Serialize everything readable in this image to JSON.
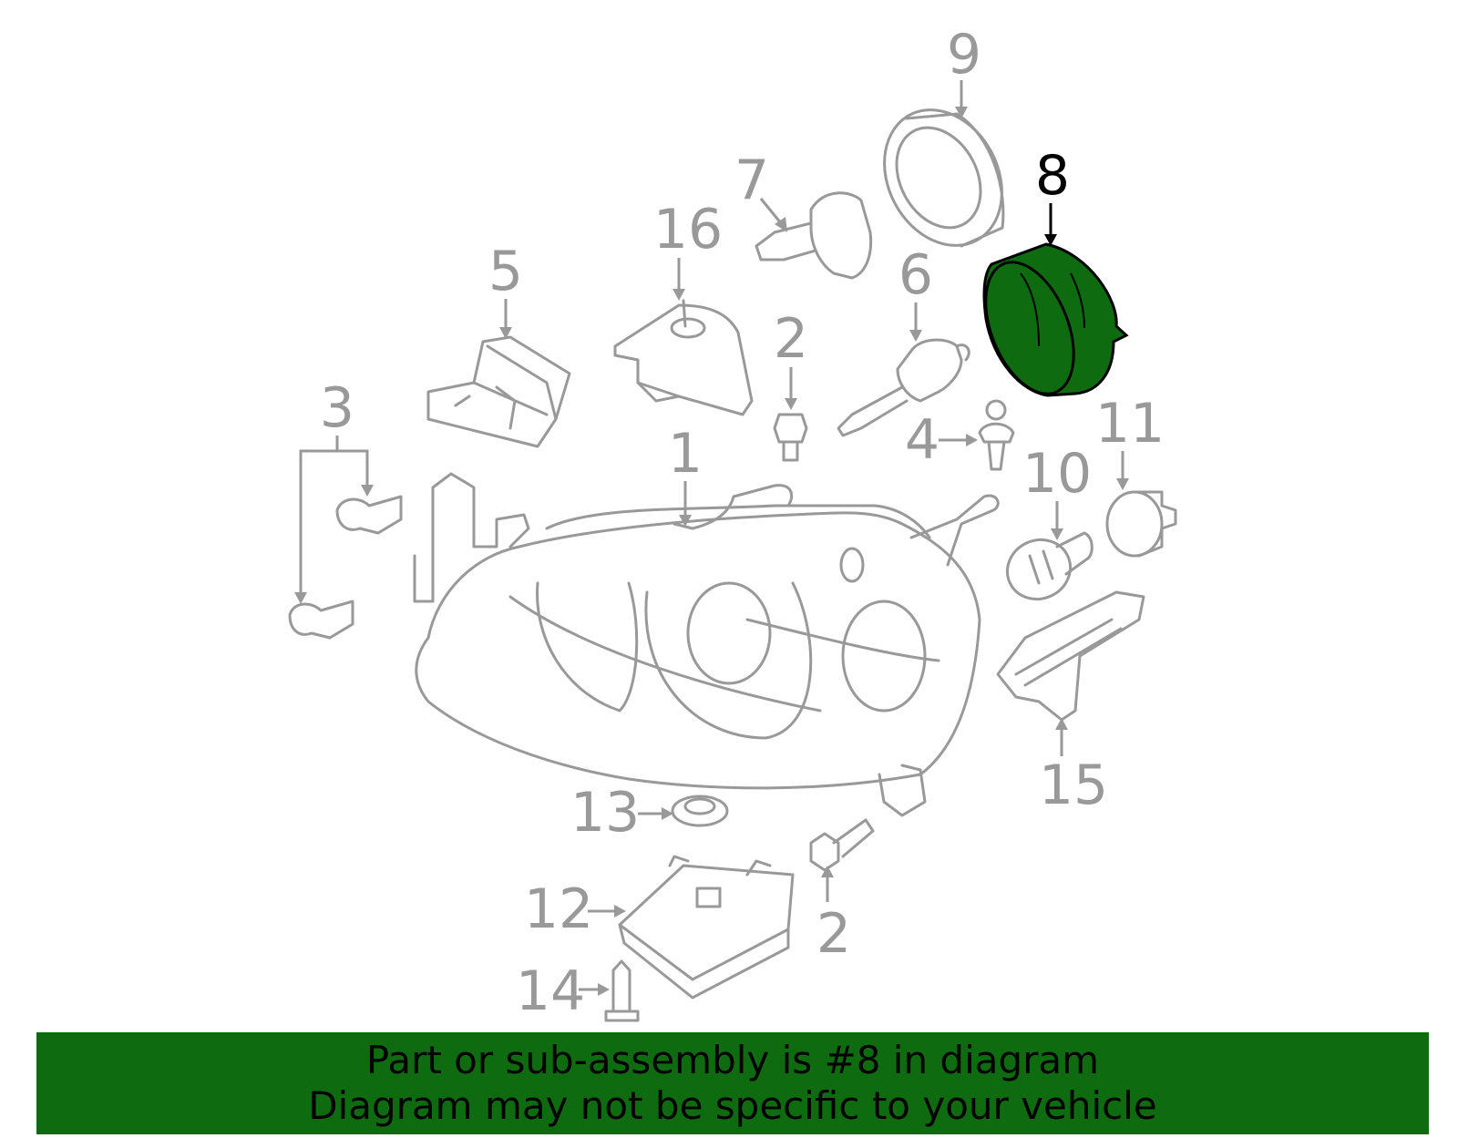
{
  "callouts": {
    "c1": "1",
    "c2a": "2",
    "c2b": "2",
    "c3": "3",
    "c4": "4",
    "c5": "5",
    "c6": "6",
    "c7": "7",
    "c8": "8",
    "c9": "9",
    "c10": "10",
    "c11": "11",
    "c12": "12",
    "c13": "13",
    "c14": "14",
    "c15": "15",
    "c16": "16"
  },
  "highlight": {
    "part": "8",
    "fill_color": "#0f6b0f"
  },
  "banner": {
    "line1": "Part or sub-assembly is #8 in diagram",
    "line2": "Diagram may not be specific to your vehicle",
    "color": "#0f6b0f"
  },
  "colors": {
    "line": "#999999",
    "highlight_text": "#000000"
  }
}
